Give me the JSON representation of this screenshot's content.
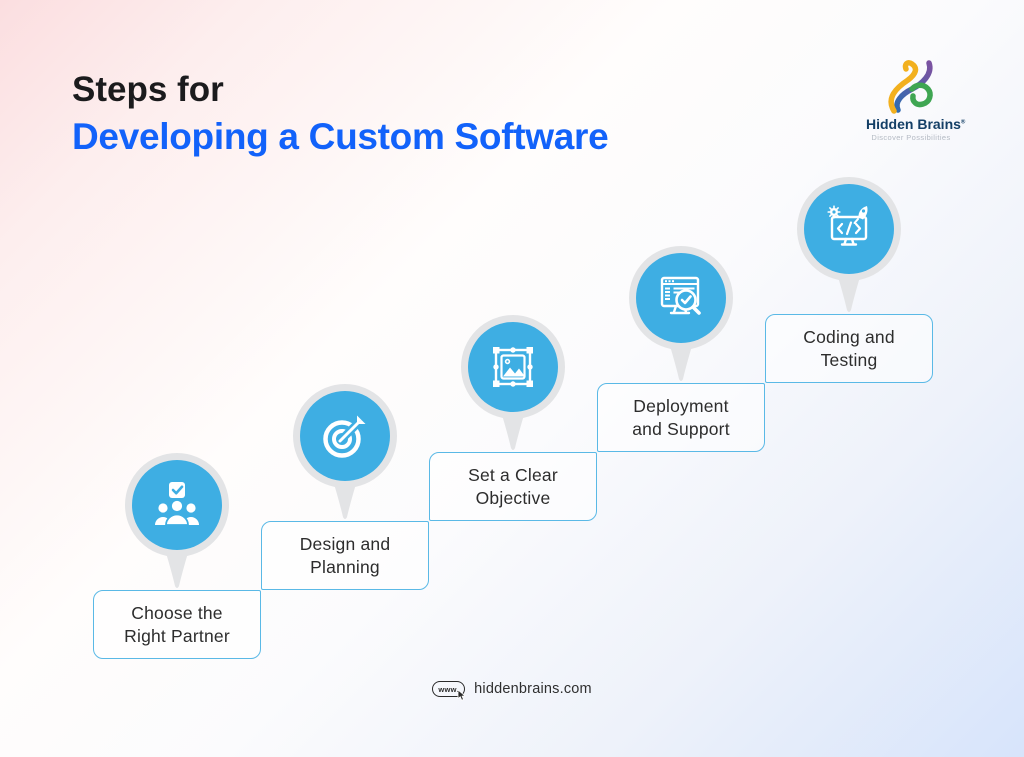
{
  "title": {
    "line1": "Steps for",
    "line2": "Developing a Custom Software"
  },
  "brand": {
    "name": "Hidden Brains",
    "registered": "®",
    "tagline": "Discover Possibilities"
  },
  "steps": [
    {
      "line1": "Choose the",
      "line2": "Right Partner",
      "icon": "team-check-icon"
    },
    {
      "line1": "Design and",
      "line2": "Planning",
      "icon": "target-dart-icon"
    },
    {
      "line1": "Set a Clear",
      "line2": "Objective",
      "icon": "image-frame-selection-icon"
    },
    {
      "line1": "Deployment",
      "line2": "and Support",
      "icon": "monitor-search-check-icon"
    },
    {
      "line1": "Coding and",
      "line2": "Testing",
      "icon": "code-monitor-rocket-icon"
    }
  ],
  "footer": {
    "www_label": "www.",
    "website": "hiddenbrains.com"
  },
  "colors": {
    "accent_blue": "#1262fa",
    "circle_blue": "#3eaee3",
    "box_border": "#5ab9e6",
    "pin_gray": "#e3e4e6"
  }
}
